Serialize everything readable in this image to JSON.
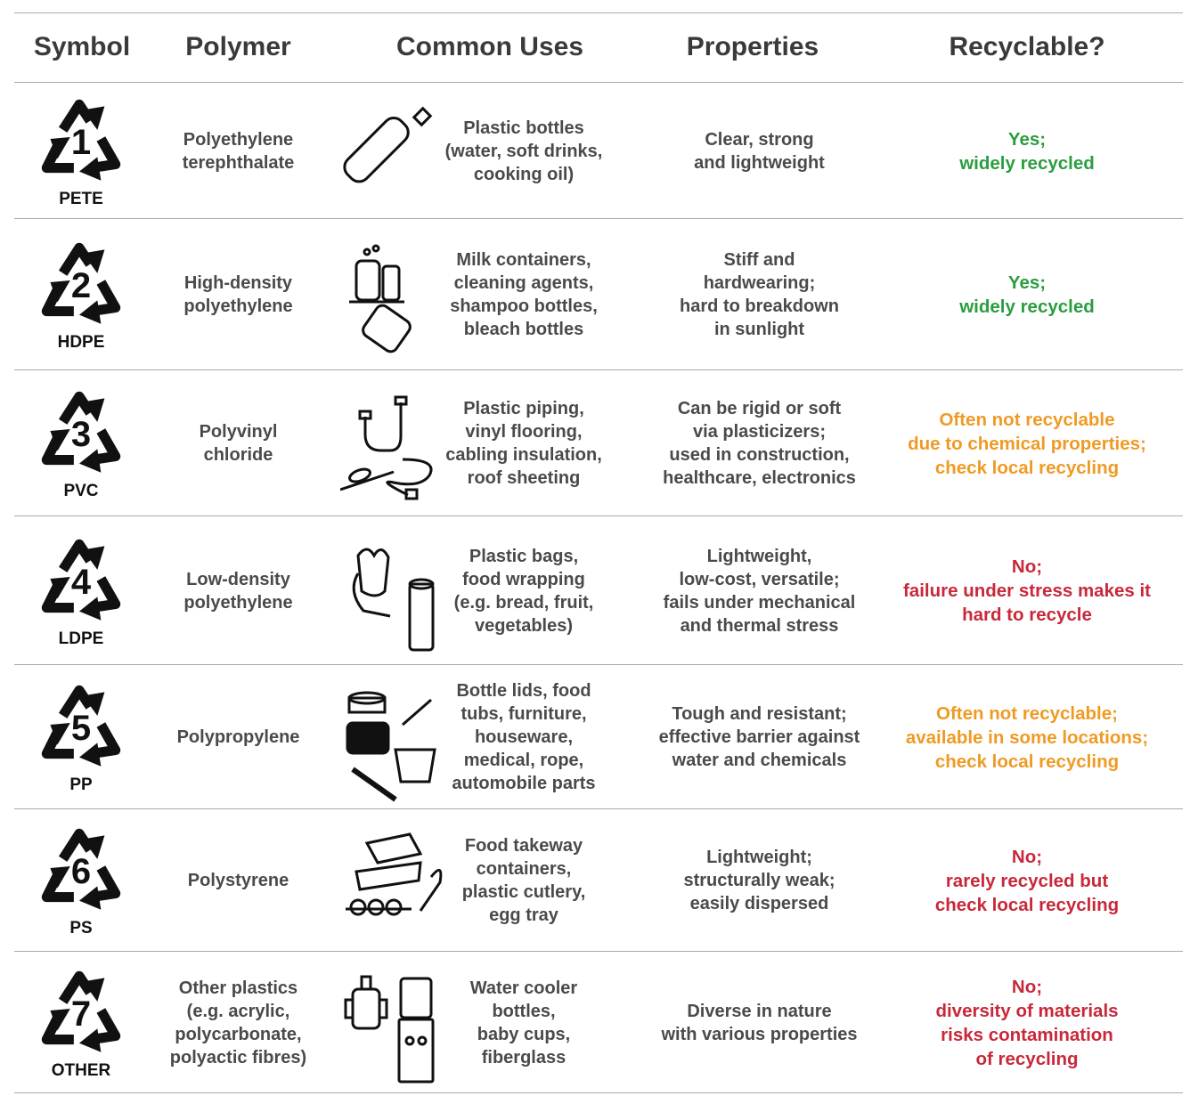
{
  "headers": {
    "symbol": "Symbol",
    "polymer": "Polymer",
    "uses": "Common Uses",
    "properties": "Properties",
    "recyclable": "Recyclable?"
  },
  "colors": {
    "yes": "#2a9d3f",
    "partial": "#ef9a24",
    "no": "#c8283a"
  },
  "rows": [
    {
      "number": "1",
      "abbr": "PETE",
      "polymer": "Polyethylene\nterephthalate",
      "uses": "Plastic bottles\n(water, soft drinks,\ncooking oil)",
      "properties": "Clear, strong\nand lightweight",
      "recyclable": "Yes;\nwidely recycled",
      "status": "yes",
      "icon": "bottle-icon"
    },
    {
      "number": "2",
      "abbr": "HDPE",
      "polymer": "High-density\npolyethylene",
      "uses": "Milk containers,\ncleaning agents,\nshampoo bottles,\nbleach bottles",
      "properties": "Stiff and\nhardwearing;\nhard to breakdown\nin sunlight",
      "recyclable": "Yes;\nwidely recycled",
      "status": "yes",
      "icon": "containers-icon"
    },
    {
      "number": "3",
      "abbr": "PVC",
      "polymer": "Polyvinyl\nchloride",
      "uses": "Plastic piping,\nvinyl flooring,\ncabling insulation,\nroof sheeting",
      "properties": "Can be rigid or soft\nvia plasticizers;\nused in construction,\nhealthcare, electronics",
      "recyclable": "Often not recyclable\ndue to chemical properties;\ncheck local recycling",
      "status": "partial",
      "icon": "pipe-cable-icon"
    },
    {
      "number": "4",
      "abbr": "LDPE",
      "polymer": "Low-density\npolyethylene",
      "uses": "Plastic bags,\nfood wrapping\n(e.g. bread, fruit,\nvegetables)",
      "properties": "Lightweight,\nlow-cost, versatile;\nfails under mechanical\nand thermal stress",
      "recyclable": "No;\nfailure under stress makes it\nhard to recycle",
      "status": "no",
      "icon": "bag-wrap-icon"
    },
    {
      "number": "5",
      "abbr": "PP",
      "polymer": "Polypropylene",
      "uses": "Bottle lids, food\ntubs, furniture,\nhouseware,\nmedical, rope,\nautomobile parts",
      "properties": "Tough and resistant;\neffective barrier against\nwater and chemicals",
      "recyclable": "Often not recyclable;\navailable in some locations;\ncheck local recycling",
      "status": "partial",
      "icon": "lids-tubs-icon"
    },
    {
      "number": "6",
      "abbr": "PS",
      "polymer": "Polystyrene",
      "uses": "Food takeway\ncontainers,\nplastic cutlery,\negg tray",
      "properties": "Lightweight;\nstructurally weak;\neasily dispersed",
      "recyclable": "No;\nrarely recycled but\ncheck local recycling",
      "status": "no",
      "icon": "takeaway-icon"
    },
    {
      "number": "7",
      "abbr": "OTHER",
      "polymer": "Other plastics\n(e.g. acrylic,\npolycarbonate,\npolyactic fibres)",
      "uses": "Water cooler\nbottles,\nbaby cups,\nfiberglass",
      "properties": "Diverse in nature\nwith various properties",
      "recyclable": "No;\ndiversity of materials\nrisks contamination\nof recycling",
      "status": "no",
      "icon": "cooler-cup-icon"
    }
  ]
}
